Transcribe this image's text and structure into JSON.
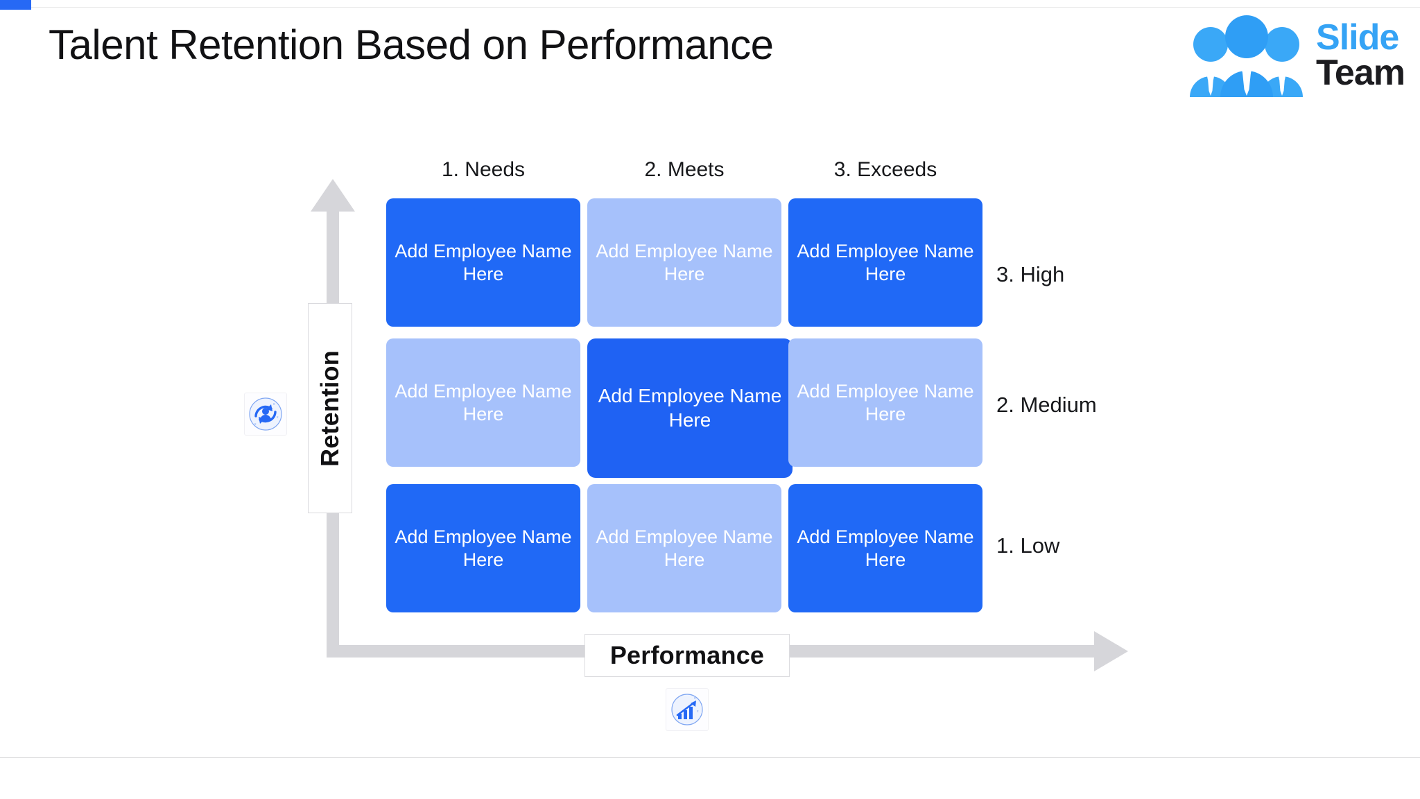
{
  "slide": {
    "title": "Talent Retention Based on Performance"
  },
  "brand": {
    "name_first": "Slide",
    "name_second": "Team",
    "logo_icon": "people-group-icon",
    "color_primary": "#35a3f5",
    "color_secondary": "#1c1c20"
  },
  "axes": {
    "y": {
      "label": "Retention",
      "icon": "employee-retention-cycle-icon",
      "arrow": "up-arrow",
      "color": "#d6d6da"
    },
    "x": {
      "label": "Performance",
      "icon": "growth-bar-chart-icon",
      "arrow": "right-arrow",
      "color": "#d6d6da"
    }
  },
  "matrix": {
    "column_headers": [
      "1. Needs",
      "2. Meets",
      "3. Exceeds"
    ],
    "row_labels": [
      "3. High",
      "2. Medium",
      "1. Low"
    ],
    "cell_placeholder": "Add Employee Name Here",
    "colors": {
      "dark": "#2069f6",
      "light": "#a6c1fb",
      "selected": "#1f62f3",
      "text": "#ffffff"
    },
    "cells": [
      [
        {
          "label": "Add Employee Name Here",
          "tone": "dark",
          "selected": false
        },
        {
          "label": "Add Employee Name Here",
          "tone": "light",
          "selected": false
        },
        {
          "label": "Add Employee Name Here",
          "tone": "dark",
          "selected": false
        }
      ],
      [
        {
          "label": "Add Employee Name Here",
          "tone": "light",
          "selected": false
        },
        {
          "label": "Add Employee Name Here",
          "tone": "dark",
          "selected": true
        },
        {
          "label": "Add Employee Name Here",
          "tone": "light",
          "selected": false
        }
      ],
      [
        {
          "label": "Add Employee Name Here",
          "tone": "dark",
          "selected": false
        },
        {
          "label": "Add Employee Name Here",
          "tone": "light",
          "selected": false
        },
        {
          "label": "Add Employee Name Here",
          "tone": "dark",
          "selected": false
        }
      ]
    ]
  },
  "chrome": {
    "top_marker_color": "#2669f5"
  }
}
